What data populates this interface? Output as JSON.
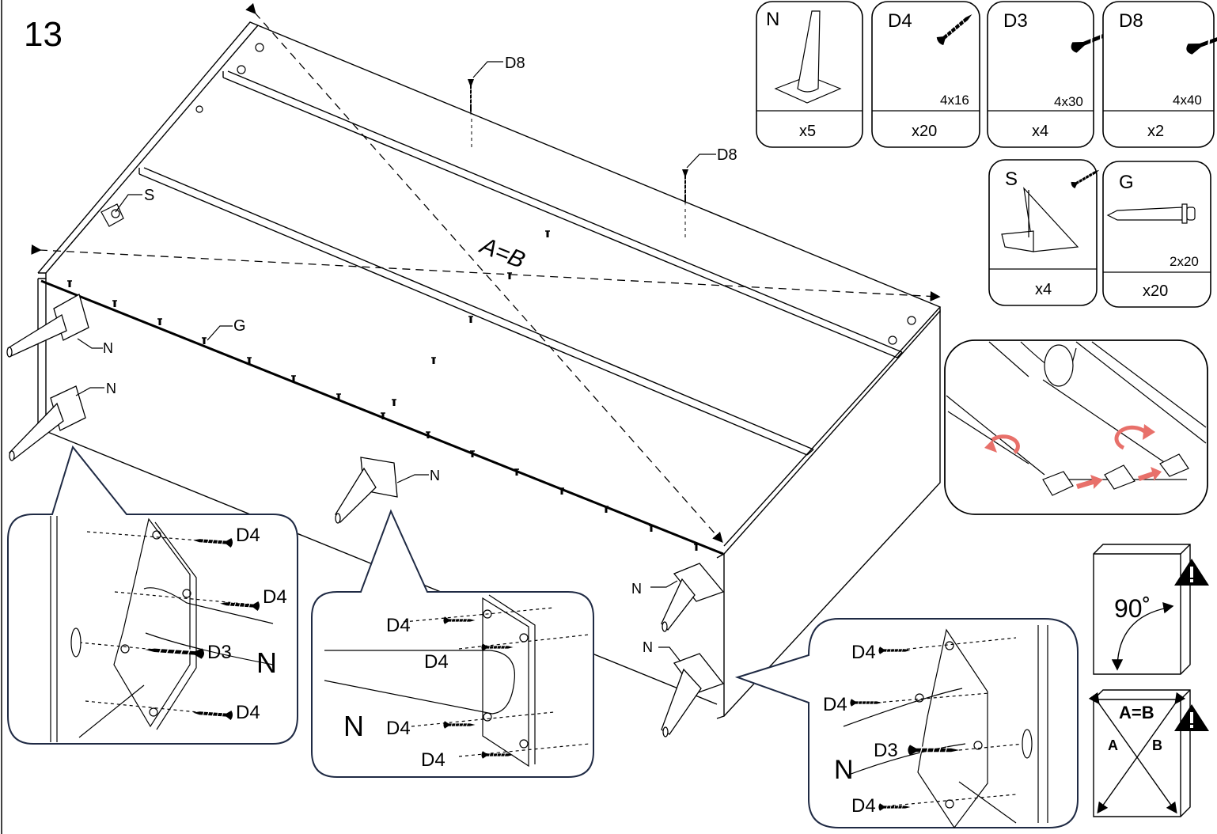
{
  "step": {
    "number": "13"
  },
  "parts": [
    {
      "code": "N",
      "size": "",
      "qty": "x5"
    },
    {
      "code": "D4",
      "size": "4x16",
      "qty": "x20"
    },
    {
      "code": "D3",
      "size": "4x30",
      "qty": "x4"
    },
    {
      "code": "D8",
      "size": "4x40",
      "qty": "x2"
    },
    {
      "code": "S",
      "size": "",
      "qty": "x4"
    },
    {
      "code": "G",
      "size": "2x20",
      "qty": "x20"
    }
  ],
  "callouts": {
    "d8": "D8",
    "s": "S",
    "g": "G",
    "n": "N",
    "d4": "D4",
    "d3": "D3",
    "diagonal_rule": "A=B"
  },
  "warnings": {
    "angle": "90˚",
    "diag_rule": "A=B",
    "diag_a": "A",
    "diag_b": "B"
  },
  "colors": {
    "line": "#000000",
    "border": "#1f2a44",
    "arrow": "#e8706a"
  }
}
